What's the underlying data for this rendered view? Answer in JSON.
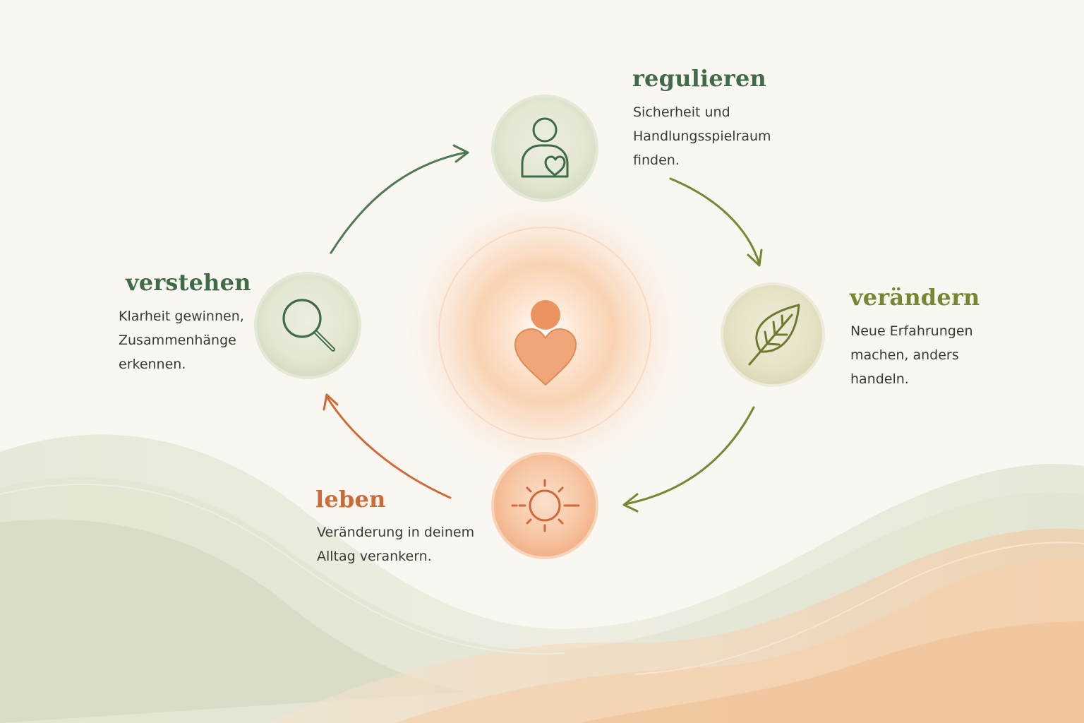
{
  "colors": {
    "background": "#faf6f1",
    "green_dark": "#3f6b48",
    "olive": "#7a8431",
    "orange": "#cd6b37",
    "peach": "#f0a679"
  },
  "center": {
    "icon": "person-heart-icon"
  },
  "stages": [
    {
      "id": "regulieren",
      "title": "regulieren",
      "description": "Sicherheit und Handlungsspielraum finden.",
      "icon": "person-with-heart-icon",
      "color": "#3f6b48"
    },
    {
      "id": "veraendern",
      "title": "verändern",
      "description": "Neue Erfahrungen machen, anders handeln.",
      "icon": "leaf-icon",
      "color": "#7a8431"
    },
    {
      "id": "leben",
      "title": "leben",
      "description": "Veränderung in deinem Alltag verankern.",
      "icon": "sun-icon",
      "color": "#cd6b37"
    },
    {
      "id": "verstehen",
      "title": "verstehen",
      "description": "Klarheit gewinnen, Zusammenhänge erkennen.",
      "icon": "magnifier-icon",
      "color": "#3f6b48"
    }
  ],
  "flow": [
    {
      "from": "verstehen",
      "to": "regulieren",
      "color": "#4e7a50"
    },
    {
      "from": "regulieren",
      "to": "veraendern",
      "color": "#7a8431"
    },
    {
      "from": "veraendern",
      "to": "leben",
      "color": "#7a8431"
    },
    {
      "from": "leben",
      "to": "verstehen",
      "color": "#cd6b37"
    }
  ]
}
